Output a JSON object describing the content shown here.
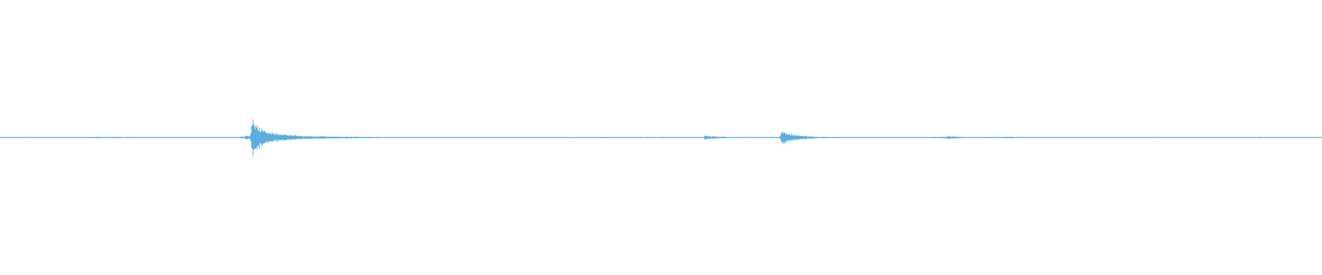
{
  "chart_data": {
    "type": "line",
    "title": "",
    "xlabel": "",
    "ylabel": "",
    "ylim": [
      -1,
      1
    ],
    "grid": false,
    "legend": "none",
    "series": [
      {
        "color": "#5aaee0",
        "x": [
          0.0,
          0.04,
          0.075,
          0.12,
          0.155,
          0.18,
          0.189,
          0.191,
          0.193,
          0.195,
          0.197,
          0.2,
          0.205,
          0.212,
          0.22,
          0.23,
          0.24,
          0.26,
          0.3,
          0.35,
          0.4,
          0.45,
          0.5,
          0.532,
          0.533,
          0.534,
          0.536,
          0.538,
          0.545,
          0.552,
          0.58,
          0.589,
          0.59,
          0.591,
          0.593,
          0.596,
          0.6,
          0.605,
          0.612,
          0.62,
          0.65,
          0.7,
          0.715,
          0.717,
          0.72,
          0.725,
          0.73,
          0.76,
          0.762,
          0.765,
          0.77,
          0.775,
          0.8,
          0.85,
          0.9,
          0.95,
          1.0
        ],
        "values": [
          0.01,
          0.01,
          0.015,
          0.01,
          0.01,
          0.01,
          0.05,
          0.5,
          0.38,
          0.3,
          0.22,
          0.15,
          0.12,
          0.09,
          0.06,
          0.04,
          0.03,
          0.02,
          0.01,
          0.01,
          0.01,
          0.01,
          0.01,
          0.01,
          0.07,
          0.05,
          0.04,
          0.03,
          0.02,
          0.01,
          0.01,
          0.01,
          0.04,
          0.2,
          0.14,
          0.1,
          0.07,
          0.05,
          0.03,
          0.015,
          0.01,
          0.01,
          0.02,
          0.04,
          0.03,
          0.02,
          0.01,
          0.015,
          0.02,
          0.015,
          0.01,
          0.01,
          0.01,
          0.01,
          0.01,
          0.01,
          0.01
        ]
      }
    ]
  }
}
